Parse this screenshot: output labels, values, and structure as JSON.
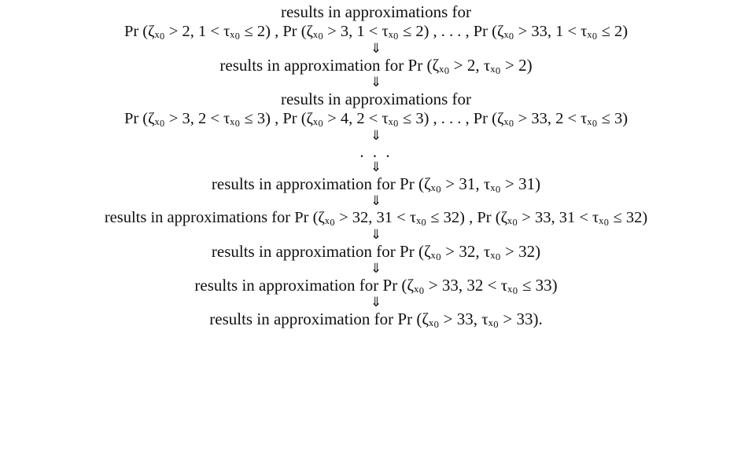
{
  "derivation": {
    "lines": [
      "results in approximations for",
      "Pr (ζₓ₀ > 2, 1 < τₓ₀ ≤ 2) , Pr (ζₓ₀ > 3, 1 < τₓ₀ ≤ 2) , . . . , Pr (ζₓ₀ > 33, 1 < τₓ₀ ≤ 2)",
      "results in approximation for Pr (ζₓ₀ > 2, τₓ₀ > 2)",
      "results in approximations for",
      "Pr (ζₓ₀ > 3, 2 < τₓ₀ ≤ 3) , Pr (ζₓ₀ > 4, 2 < τₓ₀ ≤ 3) , . . . , Pr (ζₓ₀ > 33, 2 < τₓ₀ ≤ 3)",
      ". . .",
      "results in approximation for Pr (ζₓ₀ > 31, τₓ₀ > 31)",
      "results in approximations for Pr (ζₓ₀ > 32, 31 < τₓ₀ ≤ 32) , Pr (ζₓ₀ > 33, 31 < τₓ₀ ≤ 32)",
      "results in approximation for Pr (ζₓ₀ > 32, τₓ₀ > 32)",
      "results in approximation for Pr (ζₓ₀ > 33, 32 < τₓ₀ ≤ 33)",
      "results in approximation for Pr (ζₓ₀ > 33, τₓ₀ > 33)."
    ],
    "arrow": "⇓"
  }
}
